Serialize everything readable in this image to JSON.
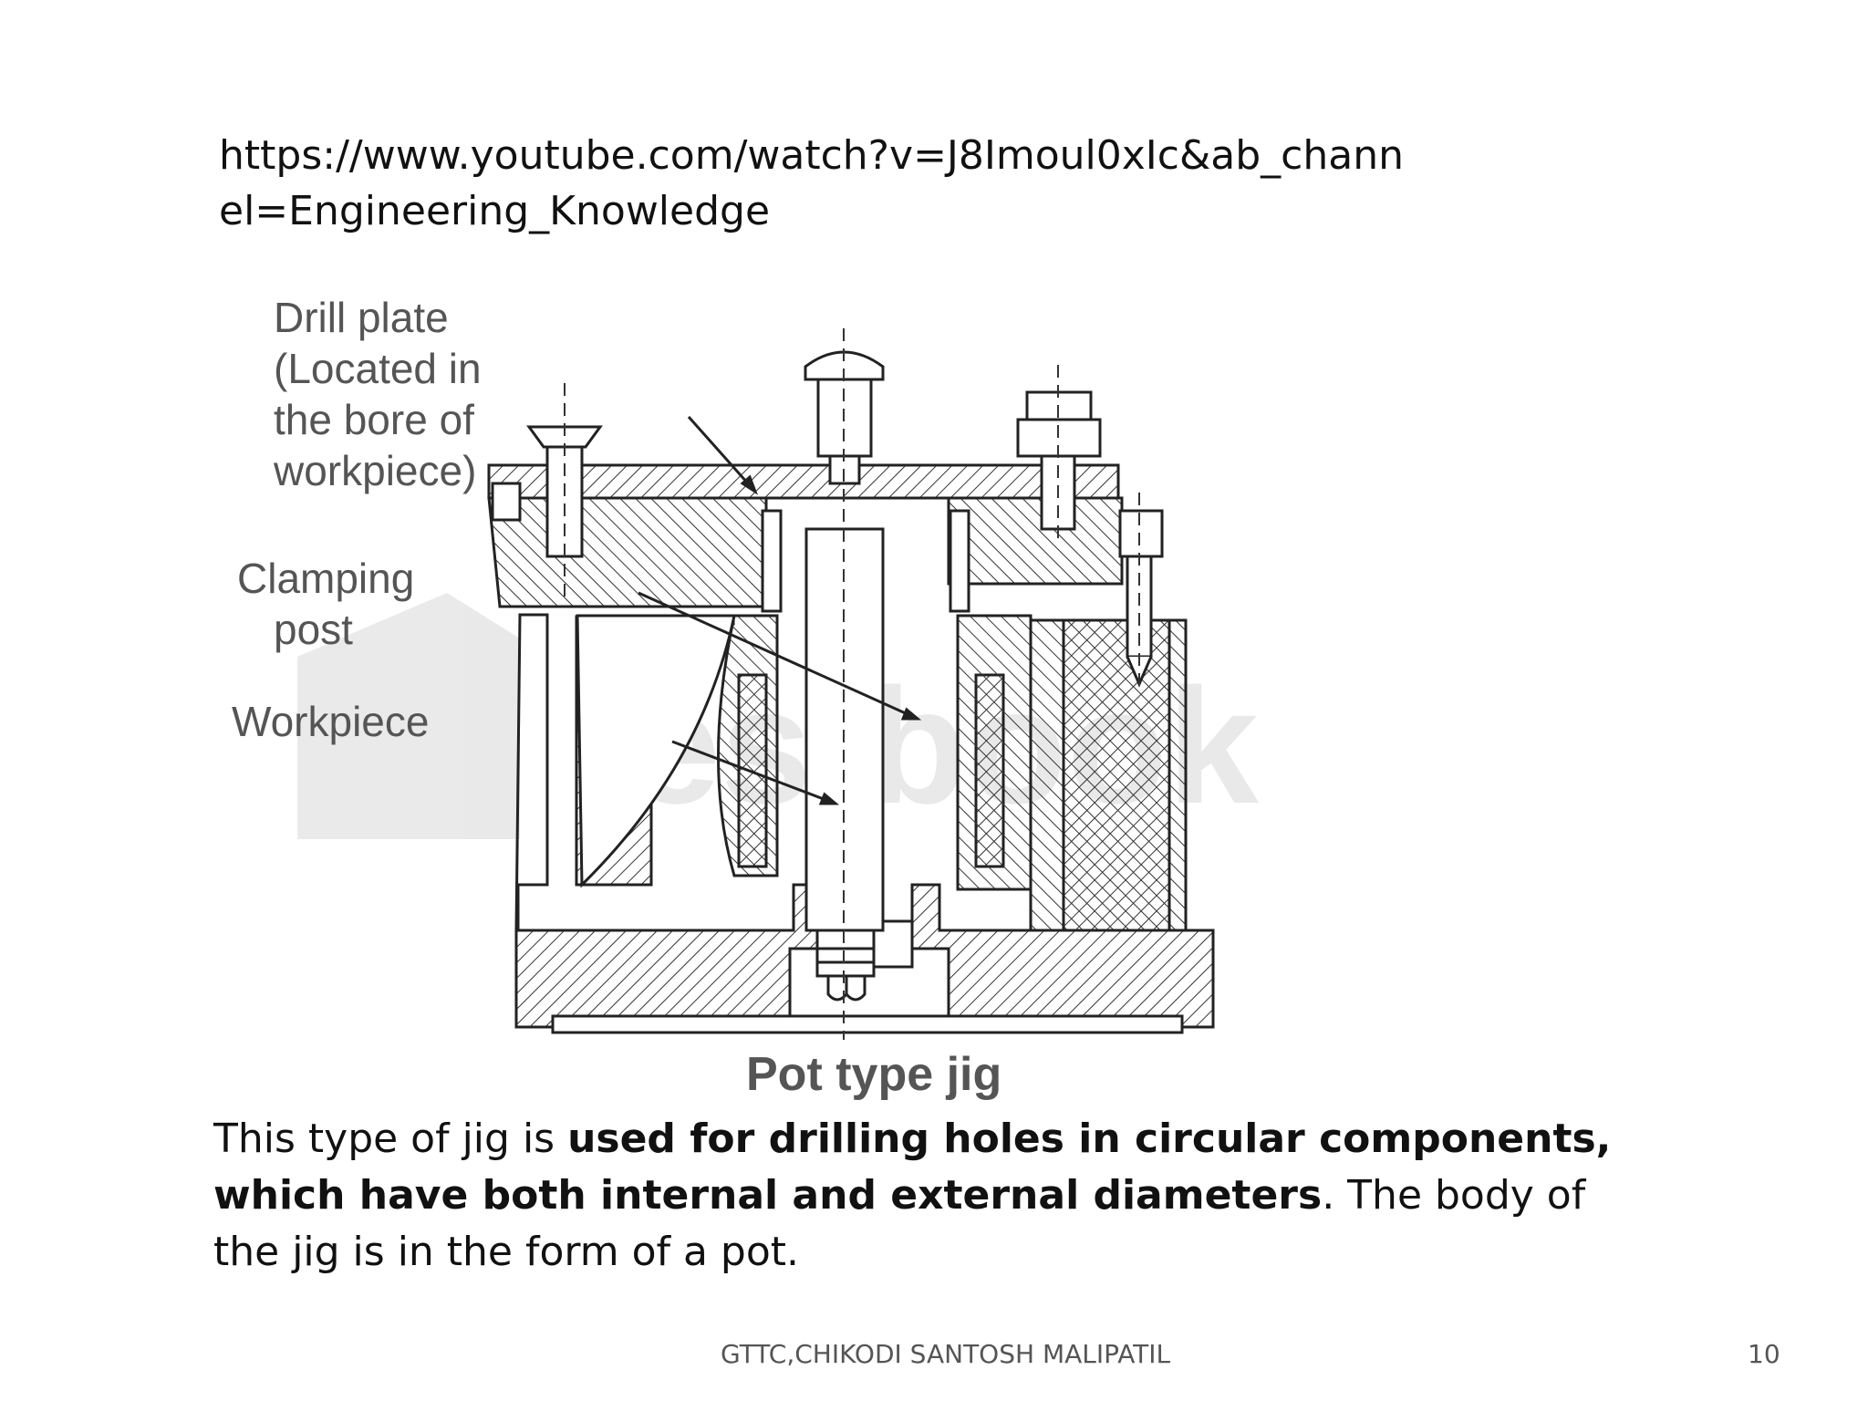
{
  "url": {
    "line1": "https://www.youtube.com/watch?v=J8Imoul0xIc&ab_chann",
    "line2": "el=Engineering_Knowledge"
  },
  "figure": {
    "labels": {
      "drill_plate": [
        "Drill plate",
        "(Located in",
        "the bore of",
        "workpiece)"
      ],
      "clamping_post": [
        "Clamping",
        "post"
      ],
      "workpiece": "Workpiece"
    },
    "watermark": "testbook",
    "caption": "Pot type jig"
  },
  "body": {
    "part1": "This type of jig is ",
    "bold1": "used for drilling holes in circular components, which have both internal and external diameters",
    "part2": ". The body of the jig is in the form of a pot."
  },
  "footer": {
    "center": "GTTC,CHIKODI SANTOSH MALIPATIL",
    "page_number": "10"
  }
}
